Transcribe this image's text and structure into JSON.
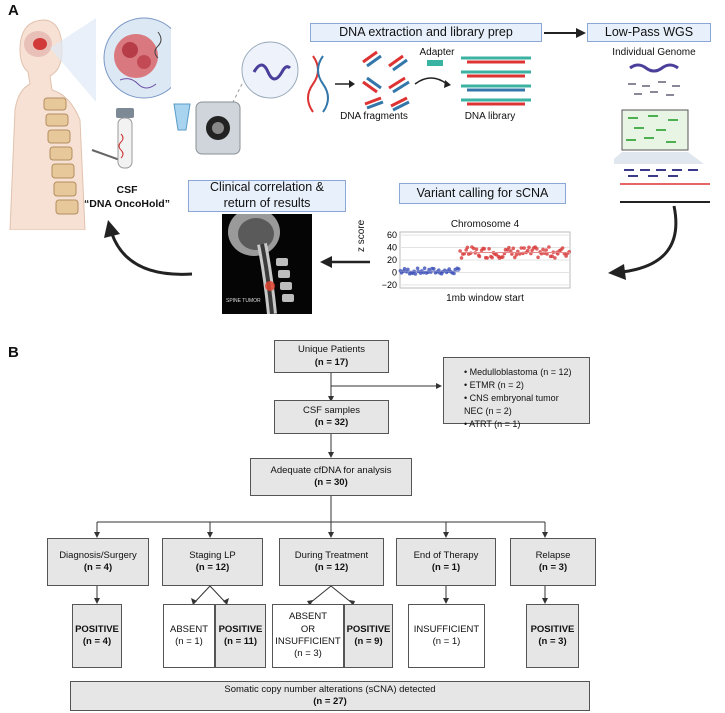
{
  "panel_a": {
    "label": "A",
    "steps": {
      "extraction": "DNA extraction and library prep",
      "wgs": "Low-Pass WGS",
      "variant": "Variant calling for sCNA",
      "clinical_line1": "Clinical correlation &",
      "clinical_line2": "return of results"
    },
    "csf_label": "CSF",
    "csf_sublabel": "“DNA OncoHold”",
    "adapter_label": "Adapter",
    "fragments_label": "DNA fragments",
    "library_label": "DNA library",
    "genome_label": "Individual Genome",
    "mri_caption": "SPINE TUMOR",
    "chart_title": "Chromosome 4",
    "chart_ylabel": "z score",
    "chart_xlabel": "1mb window start",
    "chart_yticks": [
      "60",
      "40",
      "20",
      "0",
      "−20"
    ]
  },
  "chart_data": {
    "type": "scatter",
    "title": "Chromosome 4",
    "xlabel": "1mb window start",
    "ylabel": "z score",
    "ylim": [
      -25,
      65
    ],
    "yticks": [
      60,
      40,
      20,
      0,
      -20
    ],
    "series": [
      {
        "color": "#3b4fb8",
        "description_segment": "first segment, near zero",
        "x_range_fraction": [
          0.0,
          0.35
        ],
        "y_mean": 2,
        "y_spread": 5
      },
      {
        "color": "#d83a3a",
        "description_segment": "second segment, elevated",
        "x_range_fraction": [
          0.35,
          1.0
        ],
        "y_mean": 32,
        "y_spread": 9
      }
    ]
  },
  "panel_b": {
    "label": "B",
    "unique_patients": {
      "title": "Unique Patients",
      "n": "(n = 17)"
    },
    "diagnoses": [
      "Medulloblastoma (n = 12)",
      "ETMR (n = 2)",
      "CNS embryonal tumor NEC (n = 2)",
      "ATRT (n = 1)"
    ],
    "csf_samples": {
      "title": "CSF samples",
      "n": "(n = 32)"
    },
    "adequate": {
      "title": "Adequate cfDNA for analysis",
      "n": "(n = 30)"
    },
    "categories": [
      {
        "title": "Diagnosis/Surgery",
        "n": "(n = 4)"
      },
      {
        "title": "Staging LP",
        "n": "(n = 12)"
      },
      {
        "title": "During Treatment",
        "n": "(n = 12)"
      },
      {
        "title": "End of Therapy",
        "n": "(n = 1)"
      },
      {
        "title": "Relapse",
        "n": "(n = 3)"
      }
    ],
    "outcomes": {
      "dx_positive": {
        "title": "POSITIVE",
        "n": "(n = 4)"
      },
      "staging_absent": {
        "title": "ABSENT",
        "n": "(n = 1)"
      },
      "staging_positive": {
        "title": "POSITIVE",
        "n": "(n = 11)"
      },
      "treatment_absent": {
        "line1": "ABSENT",
        "line2": "OR",
        "line3": "INSUFFICIENT",
        "n": "(n = 3)"
      },
      "treatment_positive": {
        "title": "POSITIVE",
        "n": "(n = 9)"
      },
      "end_insufficient": {
        "title": "INSUFFICIENT",
        "n": "(n = 1)"
      },
      "relapse_positive": {
        "title": "POSITIVE",
        "n": "(n = 3)"
      }
    },
    "detected": {
      "title": "Somatic copy number alterations (sCNA) detected",
      "n": "(n = 27)"
    }
  }
}
